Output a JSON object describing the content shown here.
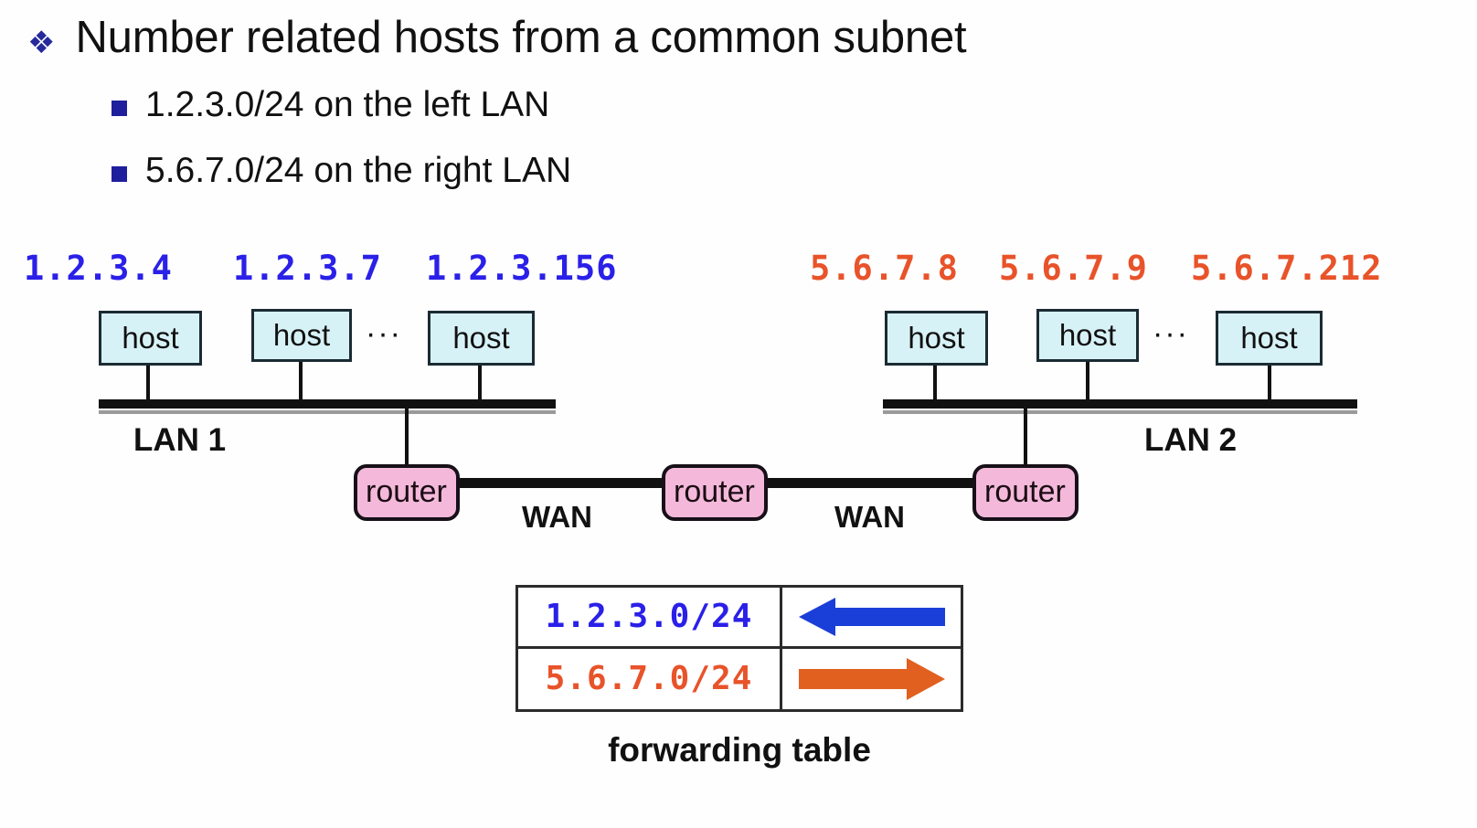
{
  "slide": {
    "bullets": {
      "level1": {
        "marker": "diamond-cluster-bullet",
        "text": "Number related hosts from a common subnet"
      },
      "level2": [
        {
          "marker": "square-bullet",
          "text": "1.2.3.0/24 on the left LAN"
        },
        {
          "marker": "square-bullet",
          "text": "5.6.7.0/24 on the right LAN"
        }
      ]
    },
    "colors": {
      "bullet_blue": "#262a9c",
      "subnet_blue": "#2a20e8",
      "subnet_red": "#e8532a",
      "host_fill": "#d7f2f7",
      "router_fill": "#f4b9da",
      "line_black": "#111111",
      "arrow_blue": "#1a3fd8",
      "arrow_orange": "#e1601f"
    },
    "diagram": {
      "left_lan": {
        "label": "LAN 1",
        "ip_labels": [
          "1.2.3.4",
          "1.2.3.7",
          "1.2.3.156"
        ],
        "hosts": [
          "host",
          "host",
          "host"
        ],
        "ellipsis": "···"
      },
      "right_lan": {
        "label": "LAN 2",
        "ip_labels": [
          "5.6.7.8",
          "5.6.7.9",
          "5.6.7.212"
        ],
        "hosts": [
          "host",
          "host",
          "host"
        ],
        "ellipsis": "···"
      },
      "routers": [
        "router",
        "router",
        "router"
      ],
      "wan_labels": [
        "WAN",
        "WAN"
      ]
    },
    "forwarding_table": {
      "caption": "forwarding table",
      "rows": [
        {
          "prefix": "1.2.3.0/24",
          "direction": "left-arrow",
          "color": "#1a3fd8"
        },
        {
          "prefix": "5.6.7.0/24",
          "direction": "right-arrow",
          "color": "#e1601f"
        }
      ]
    }
  }
}
